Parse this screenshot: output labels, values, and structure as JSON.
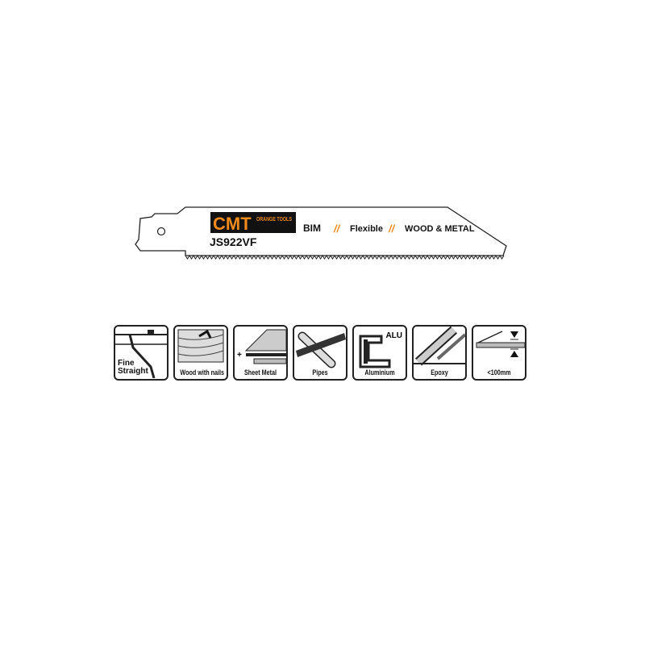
{
  "product": {
    "brand": "CMT",
    "brand_sub": "ORANGE TOOLS",
    "code": "JS922VF",
    "material": "BIM",
    "feature": "Flexible",
    "application": "WOOD & METAL",
    "separator": "//",
    "colors": {
      "brand_orange": "#f08a1c",
      "logo_bg": "#111111",
      "outline": "#222222"
    }
  },
  "icons": [
    {
      "name": "fine-straight-icon",
      "label_line1": "Fine",
      "label_line2": "Straight"
    },
    {
      "name": "wood-with-nails-icon",
      "label": "Wood with nails"
    },
    {
      "name": "sheet-metal-icon",
      "label": "Sheet Metal"
    },
    {
      "name": "pipes-icon",
      "label": "Pipes"
    },
    {
      "name": "aluminium-icon",
      "label": "Aluminium",
      "tag": "ALU"
    },
    {
      "name": "epoxy-icon",
      "label": "Epoxy"
    },
    {
      "name": "thickness-icon",
      "label": "<100mm"
    }
  ]
}
